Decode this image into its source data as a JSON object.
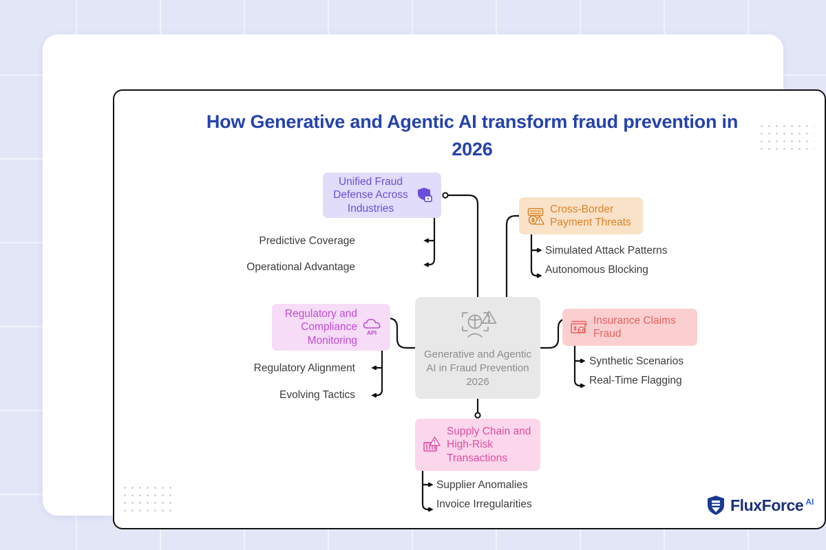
{
  "title": "How Generative and Agentic AI transform fraud prevention in 2026",
  "colors": {
    "title": "#2442ad",
    "center_bg": "#e8e8e8",
    "center_text": "#8b8b8b",
    "purple_bg": "#e0dcfa",
    "purple_text": "#6b4fd8",
    "orange_bg": "#fae2c8",
    "orange_text": "#d98326",
    "magenta_bg": "#f6dcf7",
    "magenta_text": "#c24bd6",
    "red_bg": "#fbcfcf",
    "red_text": "#e8605f",
    "pink_bg": "#fcd7ec",
    "pink_text": "#e24ba2",
    "connector": "#111111",
    "sub_text": "#3b3b3b",
    "page_bg": "#e3e6f7",
    "logo_text": "#1a2f7a"
  },
  "center": {
    "label": "Generative and Agentic AI in Fraud Prevention 2026",
    "icon": "face-scan-warning-icon"
  },
  "branches": [
    {
      "id": "unified-fraud-defense",
      "label": "Unified Fraud Defense Across Industries",
      "icon": "shield-lock-icon",
      "children": [
        "Predictive Coverage",
        "Operational Advantage"
      ]
    },
    {
      "id": "cross-border-payment-threats",
      "label": "Cross-Border Payment Threats",
      "icon": "payment-alert-icon",
      "children": [
        "Simulated Attack Patterns",
        "Autonomous Blocking"
      ]
    },
    {
      "id": "regulatory-compliance-monitoring",
      "label": "Regulatory and Compliance Monitoring",
      "icon": "cloud-api-icon",
      "children": [
        "Regulatory Alignment",
        "Evolving Tactics"
      ]
    },
    {
      "id": "insurance-claims-fraud",
      "label": "Insurance Claims Fraud",
      "icon": "money-skull-icon",
      "children": [
        "Synthetic Scenarios",
        "Real-Time Flagging"
      ]
    },
    {
      "id": "supply-chain-high-risk-transactions",
      "label": "Supply Chain and High-Risk Transactions",
      "icon": "container-warning-icon",
      "children": [
        "Supplier Anomalies",
        "Invoice Irregularities"
      ]
    }
  ],
  "logo": {
    "name": "FluxForce",
    "superscript": "AI",
    "icon": "shield-logo-icon"
  }
}
